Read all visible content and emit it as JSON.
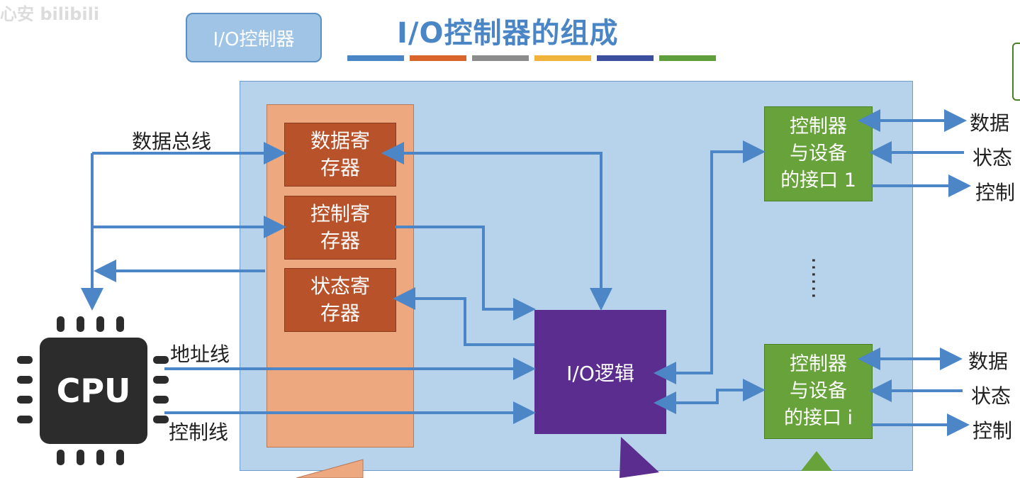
{
  "watermark": "心安 bilibili",
  "title": "I/O控制器的组成",
  "title_bar_colors": [
    "#4a86c5",
    "#d9652b",
    "#8c8c8c",
    "#f0b43a",
    "#3b4f9e",
    "#5f9e3c"
  ],
  "callout": "I/O控制器",
  "registers": {
    "data": "数据寄\n存器",
    "control": "控制寄\n存器",
    "status": "状态寄\n存器"
  },
  "io_logic": "I/O逻辑",
  "interfaces": {
    "first": "控制器\n与设备\n的接口 1",
    "last": "控制器\n与设备\n的接口 i"
  },
  "ellipsis": "……",
  "cpu_label": "CPU",
  "bus_labels": {
    "data_bus": "数据总线",
    "address_line": "地址线",
    "control_line": "控制线"
  },
  "right_labels_top": [
    "数据",
    "状态",
    "控制"
  ],
  "right_labels_bottom": [
    "数据",
    "状态",
    "控制"
  ],
  "colors": {
    "panel": "#b7d3ec",
    "register": "#b8522a",
    "logic": "#5b2d8e",
    "interface": "#67a33a",
    "arrow": "#4d86c6"
  }
}
